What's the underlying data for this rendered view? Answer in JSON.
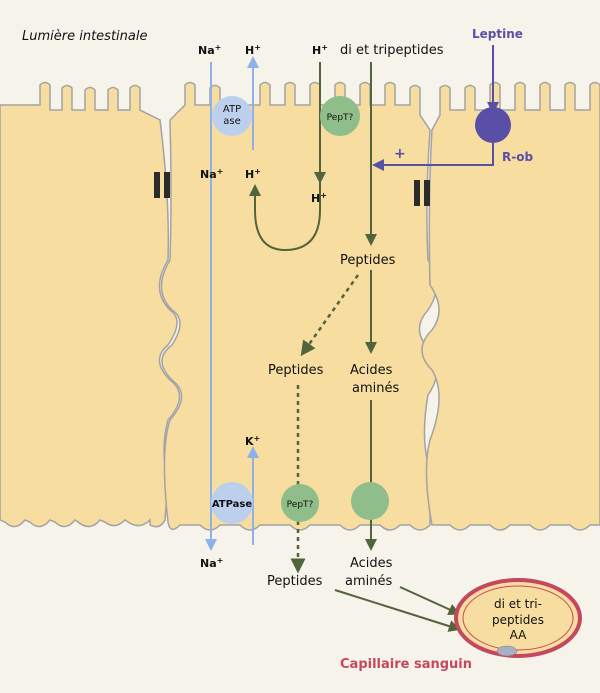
{
  "labels": {
    "lumen": "Lumière intestinale",
    "na_top": "Na",
    "h_top": "H",
    "h_top2": "H",
    "di_tri_top": "di et tripeptides",
    "leptine": "Leptine",
    "atp_top_line1": "ATP",
    "atp_top_line2": "ase",
    "pept_top": "PepT?",
    "plus": "+",
    "rob": "R-ob",
    "na_mid": "Na",
    "h_mid": "H",
    "h_mid2": "H",
    "peptides_mid": "Peptides",
    "peptides_left": "Peptides",
    "acides_mid_line1": "Acides",
    "acides_mid_line2": "aminés",
    "k_label": "K",
    "atpase_bottom": "ATPase",
    "pept_bottom": "PepT?",
    "na_bottom": "Na",
    "peptides_bottom": "Peptides",
    "acides_bottom_line1": "Acides",
    "acides_bottom_line2": "aminés",
    "cap_line1": "di et tri-",
    "cap_line2": "peptides",
    "cap_line3": "AA",
    "capillaire": "Capillaire sanguin",
    "plus_sup": "+"
  },
  "colors": {
    "cell": "#f7dda0",
    "cell_stroke": "#a3a3a3",
    "blue_arrow": "#8fb0e8",
    "green_arrow": "#52643c",
    "green_circle": "#8fbe8a",
    "atp_circle": "#bcd0ee",
    "leptin": "#5a4fa6",
    "capillary": "#c4495f",
    "junction": "#2b2b2b"
  }
}
